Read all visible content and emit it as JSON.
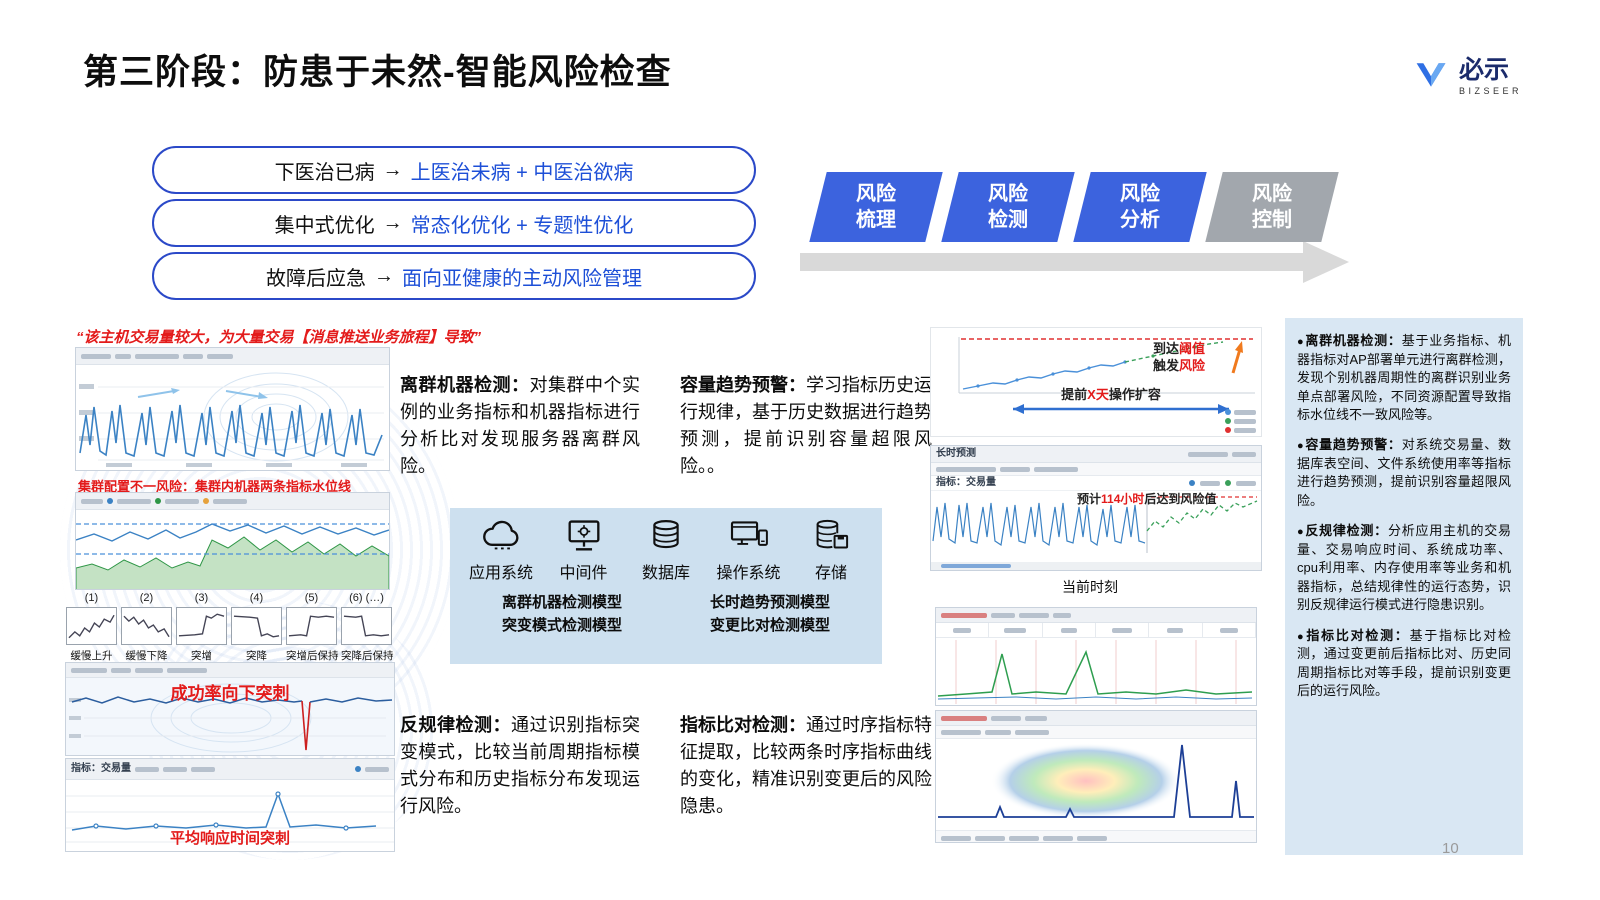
{
  "slide": {
    "title": "第三阶段：防患于未然-智能风险检查",
    "page_number": "10"
  },
  "logo": {
    "brand": "必示",
    "sub": "BIZSEER"
  },
  "pills": [
    {
      "prefix": "下医治已病",
      "arrow": "→",
      "highlight": "上医治未病 + 中医治欲病"
    },
    {
      "prefix": "集中式优化",
      "arrow": "→",
      "highlight": "常态化优化 + 专题性优化"
    },
    {
      "prefix": "故障后应急",
      "arrow": "→",
      "highlight": "面向亚健康的主动风险管理"
    }
  ],
  "steps": [
    {
      "l1": "风险",
      "l2": "梳理"
    },
    {
      "l1": "风险",
      "l2": "检测"
    },
    {
      "l1": "风险",
      "l2": "分析"
    },
    {
      "l1": "风险",
      "l2": "控制"
    }
  ],
  "left": {
    "quote": "“该主机交易量较大，为大量交易【消息推送业务旅程】导致”",
    "risk_line": "集群配置不一风险：集群内机器两条指标水位线",
    "patterns": [
      {
        "num": "(1)",
        "label": "缓慢上升"
      },
      {
        "num": "(2)",
        "label": "缓慢下降"
      },
      {
        "num": "(3)",
        "label": "突增"
      },
      {
        "num": "(4)",
        "label": "突降"
      },
      {
        "num": "(5)",
        "label": "突增后保持"
      },
      {
        "num": "(6) (…)",
        "label": "突降后保持"
      }
    ],
    "success_spike": "成功率向下突刺",
    "resp_spike": "平均响应时间突刺",
    "chart4_metric": "指标：交易量"
  },
  "blocks": {
    "outlier": {
      "term": "离群机器检测：",
      "desc": "对集群中个实例的业务指标和机器指标进行分析比对发现服务器离群风险。"
    },
    "capacity": {
      "term": "容量趋势预警：",
      "desc": "学习指标历史运行规律，基于历史数据进行趋势预测，提前识别容量超限风险。。"
    },
    "antiregular": {
      "term": "反规律检测：",
      "desc": "通过识别指标突变模式，比较当前周期指标模式分布和历史指标分布发现运行风险。"
    },
    "compare": {
      "term": "指标比对检测：",
      "desc": "通过时序指标特征提取，比较两条时序指标曲线的变化，精准识别变更后的风险隐患。"
    }
  },
  "center_box": {
    "items": [
      {
        "label": "应用系统"
      },
      {
        "label": "中间件"
      },
      {
        "label": "数据库"
      },
      {
        "label": "操作系统"
      },
      {
        "label": "存储"
      }
    ],
    "models_left": [
      "离群机器检测模型",
      "突变模式检测模型"
    ],
    "models_right": [
      "长时趋势预测模型",
      "变更比对检测模型"
    ]
  },
  "right_charts": {
    "thr1_a": "到达",
    "thr1_b": "阈值",
    "thr2_a": "触发",
    "thr2_b": "风险",
    "exp_a": "提前",
    "exp_b": "X天",
    "exp_c": "操作扩容",
    "forecast_title": "长时预测",
    "fc_a": "预计",
    "fc_b": "114小时",
    "fc_c": "后达到风险值",
    "current_time": "当前时刻",
    "metric_label": "指标：交易量"
  },
  "right_panel": {
    "dot": "●",
    "bullets": [
      {
        "term": "离群机器检测：",
        "desc": "基于业务指标、机器指标对AP部署单元进行离群检测，发现个别机器周期性的离群识别业务单点部署风险，不同资源配置导致指标水位线不一致风险等。"
      },
      {
        "term": "容量趋势预警：",
        "desc": "对系统交易量、数据库表空间、文件系统使用率等指标进行趋势预测，提前识别容量超限风险。"
      },
      {
        "term": "反规律检测：",
        "desc": "分析应用主机的交易量、交易响应时间、系统成功率、cpu利用率、内存使用率等业务和机器指标，总结规律性的运行态势，识别反规律运行模式进行隐患识别。"
      },
      {
        "term": "指标比对检测：",
        "desc": "基于指标比对检测，通过变更前后指标比对、历史同周期指标比对等手段，提前识别变更后的运行风险。"
      }
    ]
  }
}
